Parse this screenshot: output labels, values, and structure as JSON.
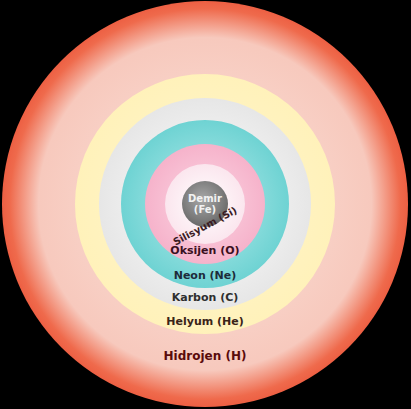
{
  "diagram": {
    "nodes": [
      {
        "text": [
          "Hidrojen (H)"
        ]
      },
      {
        "text": [
          "Helyum (He)"
        ],
        "in": 0
      },
      {
        "text": [
          "Karbon (C)"
        ],
        "in": 1
      },
      {
        "text": [
          "Neon (Ne)"
        ],
        "in": 2
      },
      {
        "text": [
          "Oksijen (O)"
        ],
        "in": 3
      },
      {
        "text": [
          "Silisyum (Si)"
        ],
        "in": 4
      },
      {
        "text": [
          "Demir (Fe)"
        ],
        "in": 5
      }
    ]
  }
}
